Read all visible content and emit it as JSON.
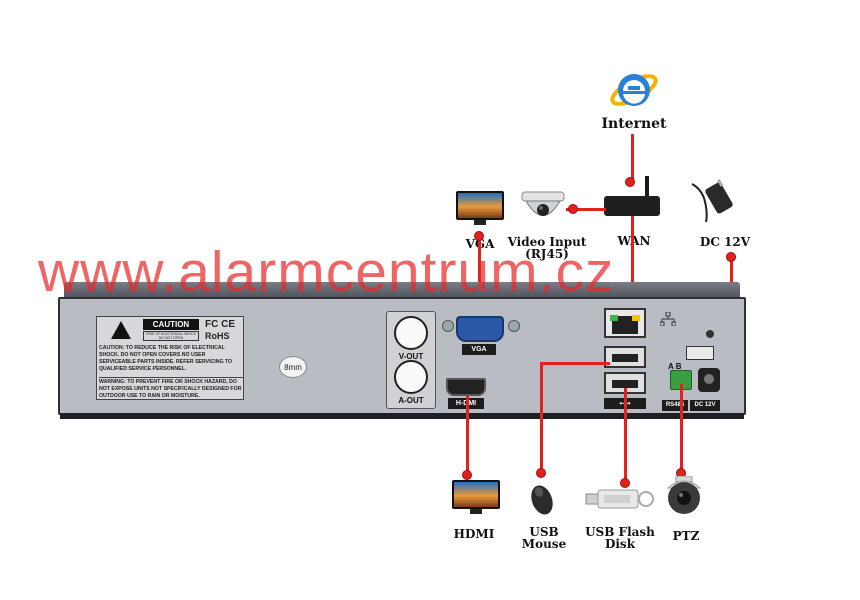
{
  "labels": {
    "internet": "Internet",
    "vga": "VGA",
    "video_input": "Video Input",
    "rj45": "(RJ45)",
    "wan": "WAN",
    "dc12v": "DC 12V",
    "hdmi": "HDMI",
    "usb_mouse_1": "USB",
    "usb_mouse_2": "Mouse",
    "usb_flash_1": "USB Flash",
    "usb_flash_2": "Disk",
    "ptz": "PTZ"
  },
  "watermark": "www.alarmcentrum.cz",
  "panel": {
    "caution_title": "CAUTION",
    "caution_sub": "RISK OF ELECTRICAL SHOCK DO NOT OPEN",
    "fcc_ce": "FC CE",
    "rohs": "RoHS",
    "caution_text": "CAUTION: TO REDUCE THE RISK OF ELECTRICAL SHOCK. DO NOT OPEN COVERS NO USER SERVICEABLE PARTS INSIDE. REFER SERVICING TO QUALIFIED SERVICE PERSONNEL.",
    "warning_text": "WARNING: TO PREVENT FIRE OR SHOCK HAZARD, DO NOT EXPOSE UNITS NOT SPECIFICALLY DESIGNED FOR OUTDOOR USE TO RAIN OR MOISTURE.",
    "screw": "8mm",
    "v_out": "V-OUT",
    "a_out": "A-OUT",
    "vga_tag": "VGA",
    "hdmi_tag": "H-DMI",
    "rs485_tag": "RS485",
    "dc_tag": "DC 12V",
    "ab": "A  B",
    "usb_symbol": "⭠⭢"
  },
  "colors": {
    "wire": "#e2211c",
    "watermark": "#e62a2a",
    "chassis": "#b9bcc3"
  },
  "icons": [
    "internet-explorer-icon",
    "monitor-icon",
    "dome-camera-icon",
    "router-icon",
    "power-adapter-icon",
    "mouse-icon",
    "usb-flash-icon",
    "ptz-camera-icon"
  ]
}
